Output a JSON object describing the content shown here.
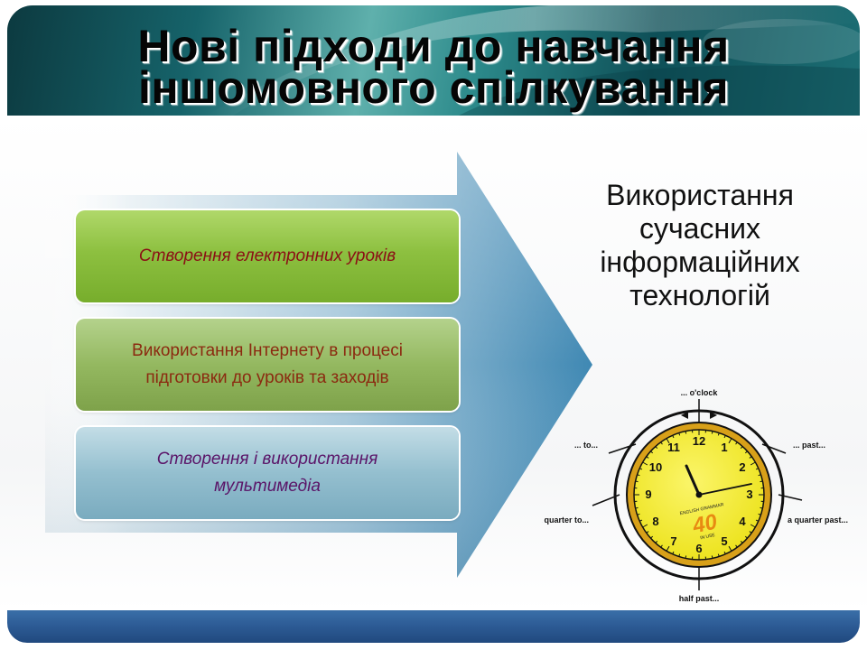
{
  "slide": {
    "title_line1": "Нові підходи до навчання",
    "title_line2": "іншомовного спілкування"
  },
  "boxes": [
    {
      "text": "Створення електронних уроків"
    },
    {
      "line1": "Використання Інтернету в процесі",
      "line2": "підготовки до уроків та заходів"
    },
    {
      "line1": "Створення і використання",
      "line2": "мультимедіа"
    }
  ],
  "right_panel": {
    "line1": "Використання",
    "line2": "сучасних",
    "line3": "інформаційних",
    "line4": "технологій"
  },
  "clock": {
    "labels": {
      "top": "... o'clock",
      "top_left": "... to...",
      "top_right": "... past...",
      "left": "a quarter to...",
      "right": "a quarter past...",
      "bottom": "half past..."
    },
    "numbers": [
      "12",
      "1",
      "2",
      "3",
      "4",
      "5",
      "6",
      "7",
      "8",
      "9",
      "10",
      "11"
    ],
    "badge": "40",
    "badge_text_a": "ENGLISH GRAMMAR",
    "badge_text_b": "IN USE",
    "face_color": "#f1e618",
    "rim_color": "#d8a019"
  },
  "colors": {
    "header_dark": "#0c3a40",
    "arrow": "#4d92b9",
    "footer": "#2c5a94"
  }
}
